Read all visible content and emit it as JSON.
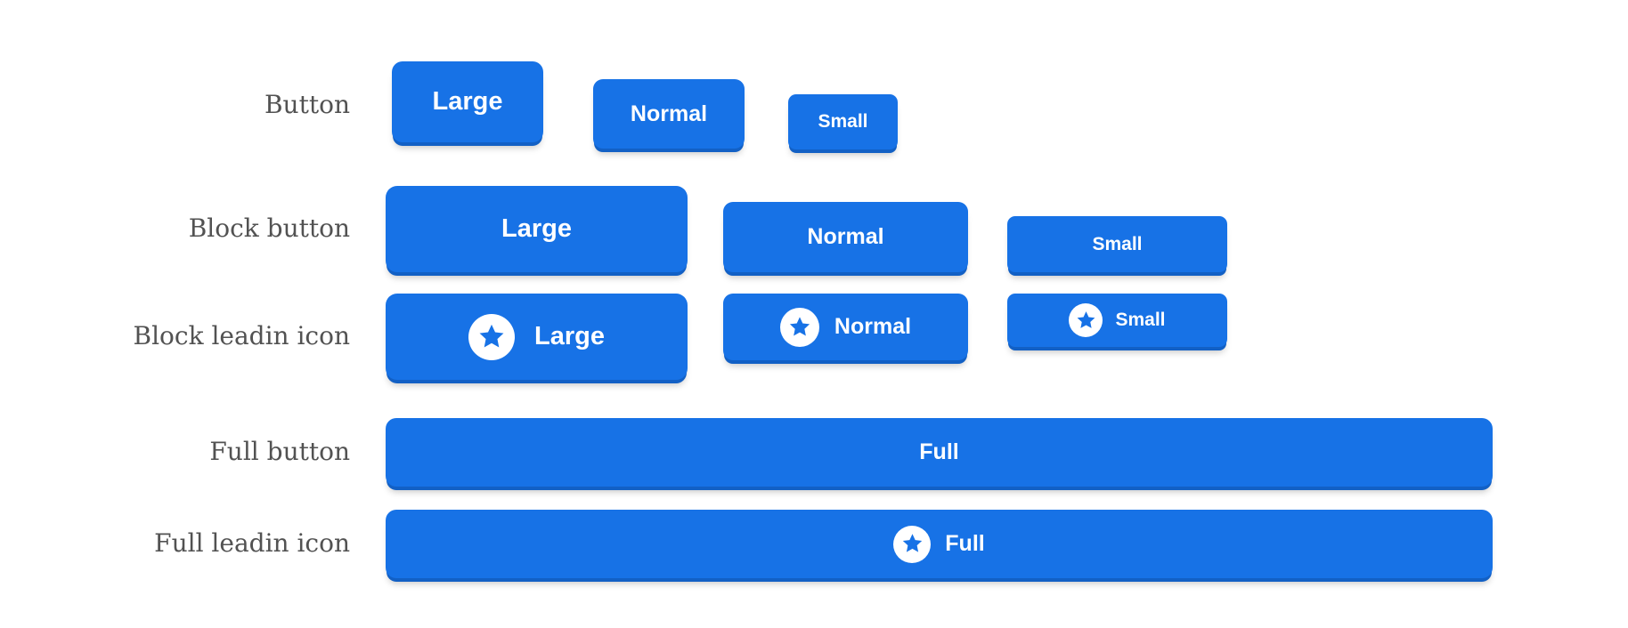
{
  "page": {
    "background": "#ffffff"
  },
  "colors": {
    "button_blue": "#1772e6",
    "button_bottom_edge_blue": "#1260c5",
    "button_text_white": "#ffffff",
    "row_label_gray": "#525252"
  },
  "rows": [
    {
      "label": "Button",
      "buttons": [
        {
          "label": "Large"
        },
        {
          "label": "Normal"
        },
        {
          "label": "Small"
        }
      ]
    },
    {
      "label": "Block button",
      "buttons": [
        {
          "label": "Large"
        },
        {
          "label": "Normal"
        },
        {
          "label": "Small"
        }
      ]
    },
    {
      "label": "Block leadin icon",
      "icon": "star-in-circle",
      "buttons": [
        {
          "label": "Large"
        },
        {
          "label": "Normal"
        },
        {
          "label": "Small"
        }
      ]
    },
    {
      "label": "Full button",
      "buttons": [
        {
          "label": "Full"
        }
      ]
    },
    {
      "label": "Full leadin icon",
      "icon": "star-in-circle",
      "buttons": [
        {
          "label": "Full"
        }
      ]
    }
  ]
}
